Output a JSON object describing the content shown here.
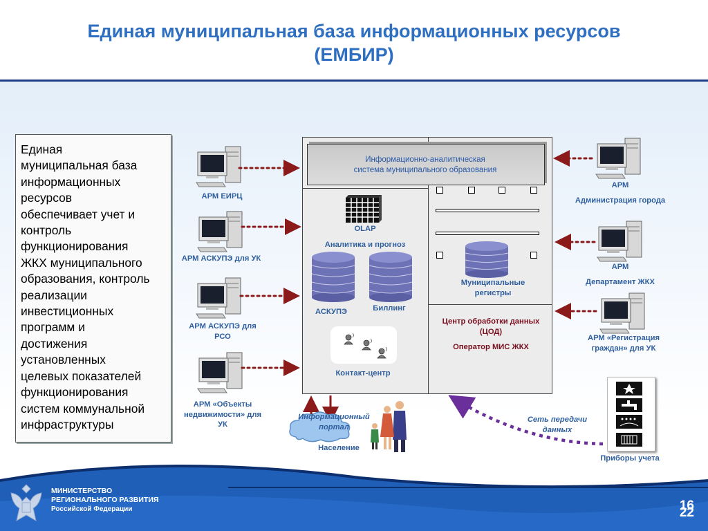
{
  "title": {
    "line1": "Единая муниципальная база информационных ресурсов",
    "line2": "(ЕМБИР)"
  },
  "description": {
    "lines": [
      "Единая",
      "муниципальная база",
      "информационных",
      "ресурсов",
      "обеспечивает учет и",
      "контроль",
      "функционирования",
      "ЖКХ муниципального",
      "образования, контроль",
      "реализации",
      "инвестиционных",
      "программ и",
      "достижения",
      "установленных",
      "целевых показателей",
      "функционирования",
      "систем коммунальной",
      "инфраструктуры"
    ]
  },
  "center": {
    "ias_line1": "Информационно-аналитическая",
    "ias_line2": "система муниципального образования",
    "olap": "OLAP",
    "analytics": "Аналитика и прогноз",
    "askupe": "АСКУПЭ",
    "billing": "Биллинг",
    "contact_center": "Контакт-центр",
    "registers_line1": "Муниципальные",
    "registers_line2": "регистры",
    "cod_line1": "Центр обработки данных",
    "cod_line2": "(ЦОД)",
    "operator": "Оператор МИС ЖКХ"
  },
  "left_workstations": [
    {
      "lines": [
        "АРМ ЕИРЦ"
      ]
    },
    {
      "lines": [
        "АРМ АСКУПЭ для УК"
      ]
    },
    {
      "lines": [
        "АРМ АСКУПЭ для",
        "РСО"
      ]
    },
    {
      "lines": [
        "АРМ «Объекты",
        "недвижимости» для",
        "УК"
      ]
    }
  ],
  "right_workstations": [
    {
      "lines": [
        "АРМ",
        "Администрация города"
      ]
    },
    {
      "lines": [
        "АРМ",
        "Департамент ЖКХ"
      ]
    },
    {
      "lines": [
        "АРМ «Регистрация",
        "граждан» для УК"
      ]
    }
  ],
  "bottom": {
    "portal_line1": "Информационный",
    "portal_line2": "портал",
    "population": "Население",
    "network_line1": "Сеть передачи",
    "network_line2": "данных",
    "meters": "Приборы учета"
  },
  "footer": {
    "ministry_line1": "МИНИСТЕРСТВО",
    "ministry_line2": "РЕГИОНАЛЬНОГО РАЗВИТИЯ",
    "ministry_line3": "Российской Федерации",
    "page_number": "16",
    "page_number_overlay": "22"
  },
  "colors": {
    "title": "#2e6fc1",
    "label": "#2f5f9e",
    "cod_label": "#7a1020",
    "arrow": "#8b1a1a",
    "network_arrow": "#6a2f9a",
    "footer_blue": "#1f5fb8",
    "db_fill": "#6d72b6"
  }
}
